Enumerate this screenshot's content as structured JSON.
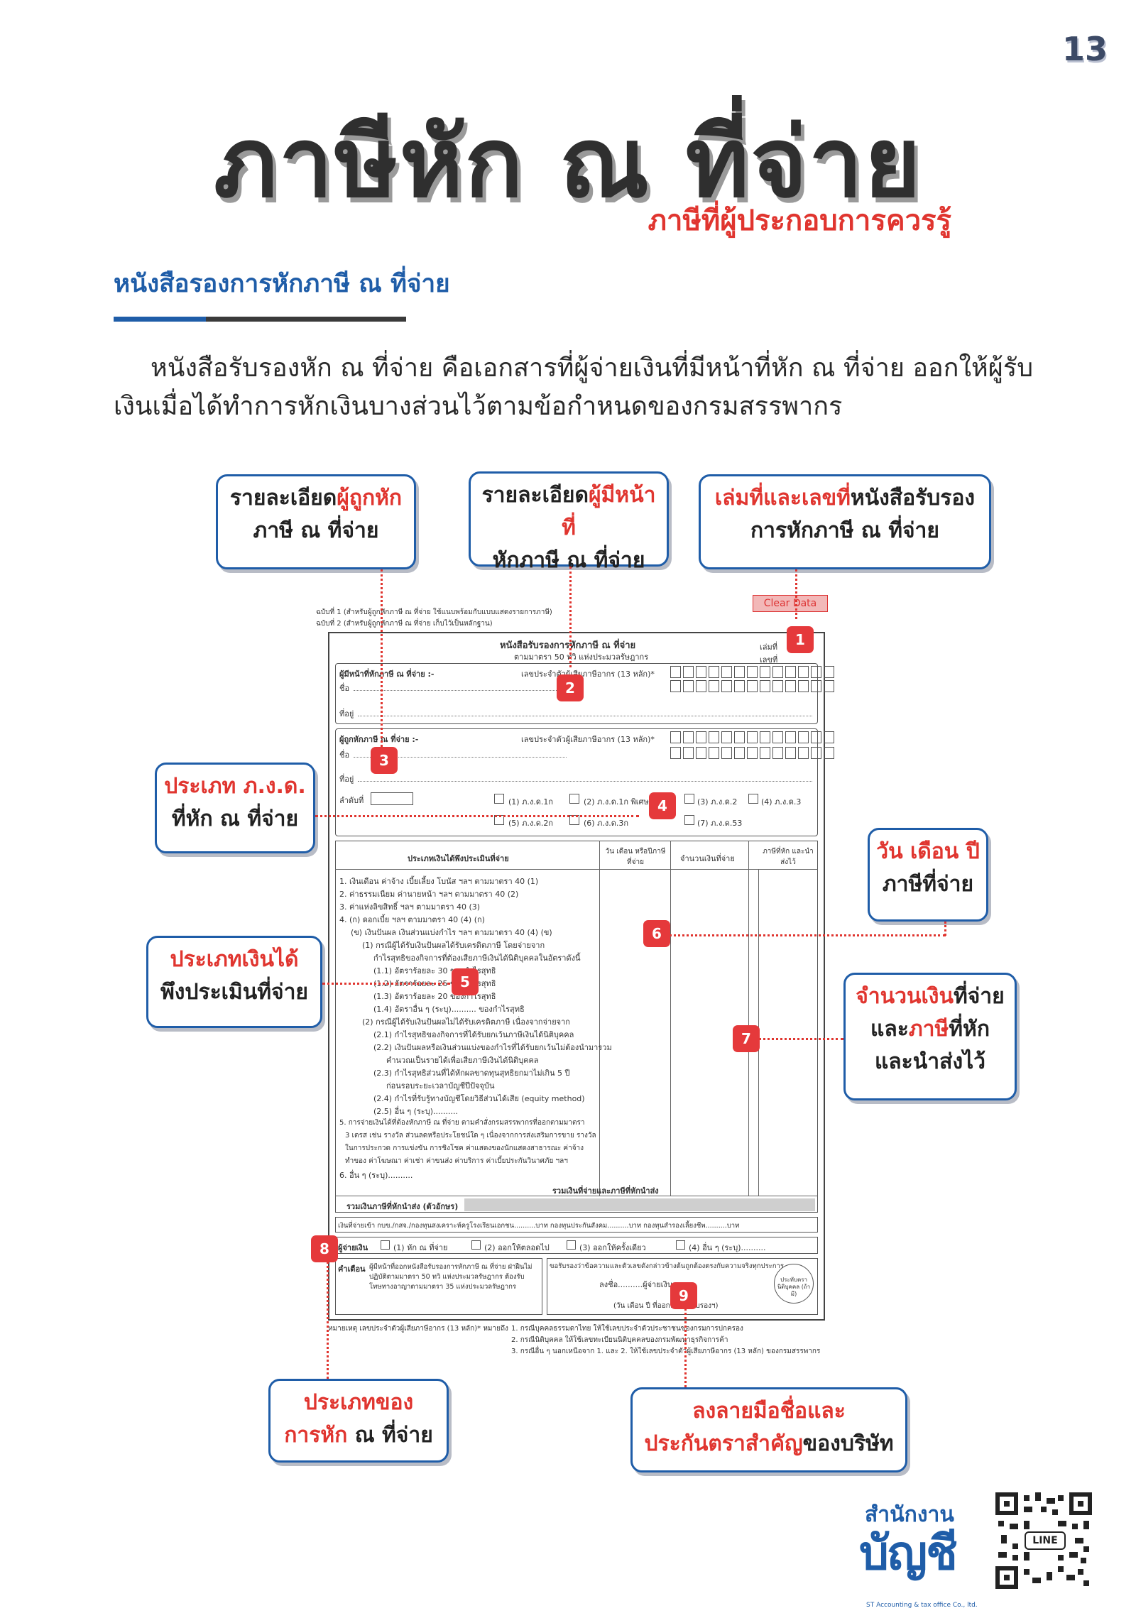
{
  "page_number": "13",
  "title": "ภาษีหัก ณ ที่จ่าย",
  "subtitle": "ภาษีที่ผู้ประกอบการควรรู้",
  "section_heading": "หนังสือรองการหักภาษี ณ ที่จ่าย",
  "intro": {
    "line1": "หนังสือรับรองหัก ณ ที่จ่าย คือเอกสารที่ผู้จ่ายเงินที่มีหน้าที่หัก ณ ที่จ่าย ออกให้ผู้รับ",
    "line2": "เงินเมื่อได้ทำการหักเงินบางส่วนไว้ตามข้อกำหนดของกรมสรรพากร"
  },
  "callouts": {
    "c1": {
      "a": "รายละเอียด",
      "b": "ผู้ถูกหัก",
      "c": "ภาษี ณ ที่จ่าย"
    },
    "c2": {
      "a": "รายละเอียด",
      "b": "ผู้มีหน้าที่",
      "c": "หักภาษี ณ ที่จ่าย"
    },
    "c3": {
      "a": "เล่มที่และเลขที่",
      "b": "หนังสือรับรอง",
      "c": "การหักภาษี ณ ที่จ่าย"
    },
    "c4": {
      "a": "ประเภท ภ.ง.ด.",
      "b": "ที่หัก ณ ที่จ่าย"
    },
    "c5": {
      "a": "วัน เดือน ปี",
      "b": "ภาษีที่จ่าย"
    },
    "c6": {
      "a": "ประเภทเงินได้",
      "b": "พึงประเมินที่จ่าย"
    },
    "c7": {
      "a": "จำนวนเงิน",
      "b": "ที่จ่าย",
      "c": "และ",
      "d": "ภาษี",
      "e": "ที่หัก",
      "f": "และนำส่งไว้"
    },
    "c8": {
      "a": "ประเภทของ",
      "b": "การหัก",
      "c": " ณ ที่จ่าย"
    },
    "c9": {
      "a": "ลงลายมือชื่อและ",
      "b": "ประกันตราสำคัญ",
      "c": "ของบริษัท"
    }
  },
  "markers": [
    "1",
    "2",
    "3",
    "4",
    "5",
    "6",
    "7",
    "8",
    "9"
  ],
  "form": {
    "clear_button": "Clear Data",
    "copy1": "ฉบับที่ 1 (สำหรับผู้ถูกหักภาษี ณ ที่จ่าย ใช้แนบพร้อมกับแบบแสดงรายการภาษี)",
    "copy2": "ฉบับที่ 2 (สำหรับผู้ถูกหักภาษี ณ ที่จ่าย เก็บไว้เป็นหลักฐาน)",
    "heading": "หนังสือรับรองการหักภาษี ณ ที่จ่าย",
    "heading_sub": "ตามมาตรา 50 ทวิ แห่งประมวลรัษฎากร",
    "book_no": "เล่มที่",
    "doc_no": "เลขที่",
    "payer_label": "ผู้มีหน้าที่หักภาษี ณ ที่จ่าย :-",
    "tax_id_label": "เลขประจำตัวผู้เสียภาษีอากร (13 หลัก)*",
    "name_label": "ชื่อ",
    "address_label": "ที่อยู่",
    "payee_label": "ผู้ถูกหักภาษี ณ ที่จ่าย :-",
    "sequence_label": "ลำดับที่",
    "pnd1": "(1) ภ.ง.ด.1ก",
    "pnd2": "(2) ภ.ง.ด.1ก พิเศษ",
    "pnd3": "(3) ภ.ง.ด.2",
    "pnd4": "(4) ภ.ง.ด.3",
    "pnd5": "(5) ภ.ง.ด.2ก",
    "pnd6": "(6) ภ.ง.ด.3ก",
    "pnd7": "(7) ภ.ง.ด.53",
    "col_income_type": "ประเภทเงินได้พึงประเมินที่จ่าย",
    "col_date": "วัน เดือน หรือปีภาษี ที่จ่าย",
    "col_amount": "จำนวนเงินที่จ่าย",
    "col_tax": "ภาษีที่หัก และนำส่งไว้",
    "income_rows": [
      "1. เงินเดือน ค่าจ้าง เบี้ยเลี้ยง โบนัส ฯลฯ ตามมาตรา 40 (1)",
      "2. ค่าธรรมเนียม ค่านายหน้า ฯลฯ ตามมาตรา 40 (2)",
      "3. ค่าแห่งลิขสิทธิ์ ฯลฯ ตามมาตรา 40 (3)",
      "4. (ก) ดอกเบี้ย ฯลฯ ตามมาตรา 40 (4) (ก)",
      "(ข) เงินปันผล เงินส่วนแบ่งกำไร ฯลฯ ตามมาตรา 40 (4) (ข)",
      "(1) กรณีผู้ได้รับเงินปันผลได้รับเครดิตภาษี โดยจ่ายจาก",
      "กำไรสุทธิของกิจการที่ต้องเสียภาษีเงินได้นิติบุคคลในอัตราดังนี้",
      "(1.1) อัตราร้อยละ 30 ของกำไรสุทธิ",
      "(1.2) อัตราร้อยละ 25 ของกำไรสุทธิ",
      "(1.3) อัตราร้อยละ 20 ของกำไรสุทธิ",
      "(1.4) อัตราอื่น ๆ (ระบุ).......... ของกำไรสุทธิ",
      "(2) กรณีผู้ได้รับเงินปันผลไม่ได้รับเครดิตภาษี เนื่องจากจ่ายจาก",
      "(2.1) กำไรสุทธิของกิจการที่ได้รับยกเว้นภาษีเงินได้นิติบุคคล",
      "(2.2) เงินปันผลหรือเงินส่วนแบ่งของกำไรที่ได้รับยกเว้นไม่ต้องนำมารวม",
      "คำนวณเป็นรายได้เพื่อเสียภาษีเงินได้นิติบุคคล",
      "(2.3) กำไรสุทธิส่วนที่ได้หักผลขาดทุนสุทธิยกมาไม่เกิน 5 ปี",
      "ก่อนรอบระยะเวลาบัญชีปีปัจจุบัน",
      "(2.4) กำไรที่รับรู้ทางบัญชีโดยวิธีส่วนได้เสีย (equity method)",
      "(2.5) อื่น ๆ (ระบุ)..........",
      "5. การจ่ายเงินได้ที่ต้องหักภาษี ณ ที่จ่าย ตามคำสั่งกรมสรรพากรที่ออกตามมาตรา",
      "3 เตรส เช่น รางวัล ส่วนลดหรือประโยชน์ใด ๆ เนื่องจากการส่งเสริมการขาย รางวัล",
      "ในการประกวด การแข่งขัน การชิงโชค ค่าแสดงของนักแสดงสาธารณะ ค่าจ้าง",
      "ทำของ ค่าโฆษณา ค่าเช่า ค่าขนส่ง ค่าบริการ ค่าเบี้ยประกันวินาศภัย ฯลฯ",
      "6. อื่น ๆ (ระบุ).........."
    ],
    "total_label": "รวมเงินที่จ่ายและภาษีที่หักนำส่ง",
    "total_words": "รวมเงินภาษีที่หักนำส่ง (ตัวอักษร)",
    "fund_line": "เงินที่จ่ายเข้า กบข./กสจ./กองทุนสงเคราะห์ครูโรงเรียนเอกชน..........บาท กองทุนประกันสังคม..........บาท กองทุนสำรองเลี้ยงชีพ..........บาท",
    "payer_type_label": "ผู้จ่ายเงิน",
    "payer_type_1": "(1) หัก ณ ที่จ่าย",
    "payer_type_2": "(2) ออกให้ตลอดไป",
    "payer_type_3": "(3) ออกให้ครั้งเดียว",
    "payer_type_4": "(4) อื่น ๆ (ระบุ)..........",
    "warning_label": "คำเตือน",
    "warning_text": "ผู้มีหน้าที่ออกหนังสือรับรองการหักภาษี ณ ที่จ่าย ฝ่าฝืนไม่ปฏิบัติตามมาตรา 50 ทวิ แห่งประมวลรัษฎากร ต้องรับโทษทางอาญาตามมาตรา 35 แห่งประมวลรัษฎากร",
    "certify_text": "ขอรับรองว่าข้อความและตัวเลขดังกล่าวข้างต้นถูกต้องตรงกับความจริงทุกประการ",
    "sign_label": "ลงชื่อ..........ผู้จ่ายเงิน",
    "sign_date": "(วัน เดือน ปี ที่ออกหนังสือรับรองฯ)",
    "stamp_label": "ประทับตรา นิติบุคคล (ถ้ามี)",
    "footnote_label": "หมายเหตุ เลขประจำตัวผู้เสียภาษีอากร (13 หลัก)* หมายถึง",
    "footnote_1": "1. กรณีบุคคลธรรมดาไทย ให้ใช้เลขประจำตัวประชาชนของกรมการปกครอง",
    "footnote_2": "2. กรณีนิติบุคคล ให้ใช้เลขทะเบียนนิติบุคคลของกรมพัฒนาธุรกิจการค้า",
    "footnote_3": "3. กรณีอื่น ๆ นอกเหนือจาก 1. และ 2. ให้ใช้เลขประจำตัวผู้เสียภาษีอากร (13 หลัก) ของกรมสรรพากร"
  },
  "logo": {
    "top": "สำนักงาน",
    "main": "บัญชี",
    "caption": "ST Accounting & tax office Co., ltd.",
    "qr_label": "LINE"
  },
  "colors": {
    "accent_blue": "#1f5da8",
    "accent_red": "#e0352f",
    "marker_red": "#e5393b"
  }
}
